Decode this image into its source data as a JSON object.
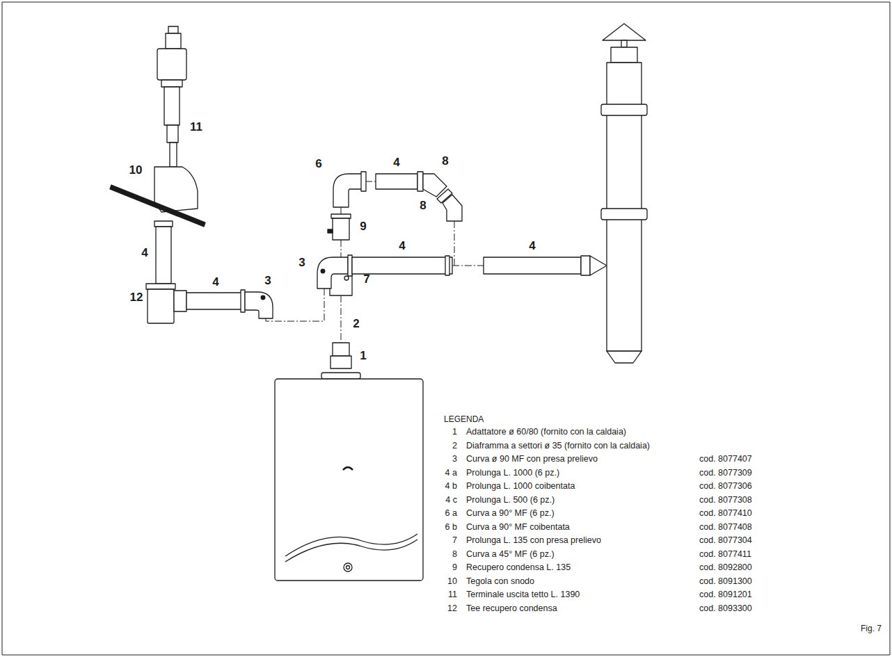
{
  "diagram": {
    "caption": "Fig. 7",
    "labels": [
      "11",
      "10",
      "4",
      "12",
      "4",
      "3",
      "6",
      "4",
      "8",
      "9",
      "8",
      "7",
      "3",
      "4",
      "4",
      "2",
      "1",
      "LEGENDA",
      "1",
      "Adattatore ø 60/80 (fornito con la caldaia)",
      "2",
      "Diaframma a settori ø 35 (fornito con la caldaia)",
      "3",
      "Curva ø 90 MF con presa prelievo",
      "cod. 8077407",
      "4 a",
      "Prolunga L. 1000 (6 pz.)",
      "cod. 8077309",
      "4 b",
      "Prolunga L. 1000 coibentata",
      "cod. 8077306",
      "4 c",
      "Prolunga L. 500 (6 pz.)",
      "cod. 8077308",
      "6 a",
      "Curva a 90° MF (6 pz.)",
      "cod. 8077410",
      "6 b",
      "Curva a 90° MF coibentata",
      "cod. 8077408",
      "7",
      "Prolunga L. 135 con presa prelievo",
      "cod. 8077304",
      "8",
      "Curva a 45° MF (6 pz.)",
      "cod. 8077411",
      "9",
      "Recupero condensa L. 135",
      "cod. 8092800",
      "10",
      "Tegola con snodo",
      "cod. 8091300",
      "11",
      "Terminale uscita tetto L. 1390",
      "cod. 8091201",
      "12",
      "Tee recupero condensa",
      "cod. 8093300"
    ]
  }
}
